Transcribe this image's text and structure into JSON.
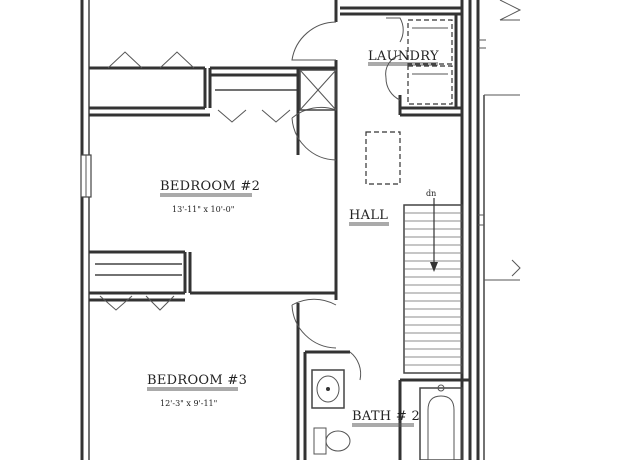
{
  "rooms": {
    "laundry": {
      "name": "LAUNDRY"
    },
    "bedroom2": {
      "name": "BEDROOM #2",
      "dims": "13'-11\" x 10'-0\""
    },
    "hall": {
      "name": "HALL"
    },
    "bedroom3": {
      "name": "BEDROOM #3",
      "dims": "12'-3\" x 9'-11\""
    },
    "bath2": {
      "name": "BATH # 2"
    }
  },
  "stair": {
    "direction_label": "dn"
  },
  "colors": {
    "line": "#333333",
    "background": "#ffffff"
  }
}
